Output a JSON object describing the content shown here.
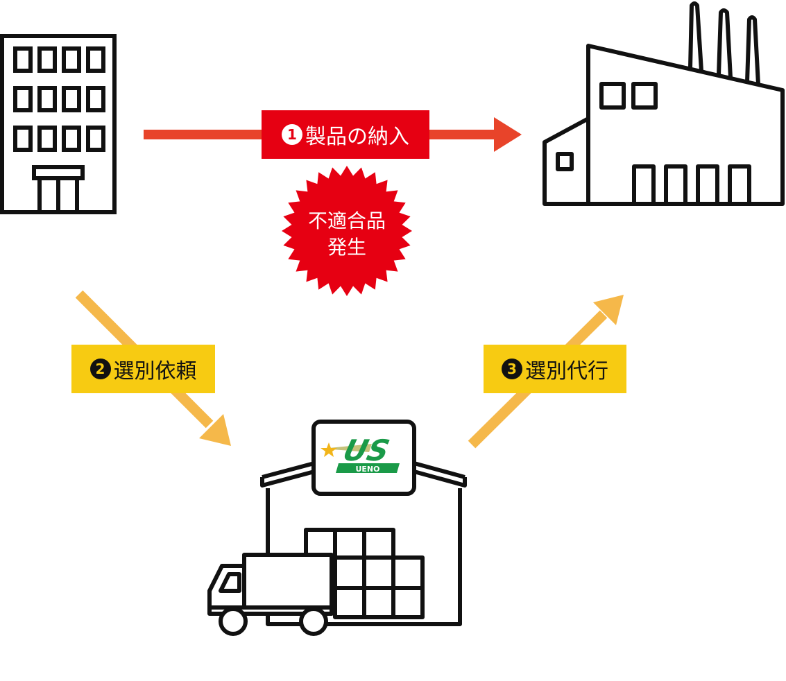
{
  "step1": {
    "number": "1",
    "label": "製品の納入"
  },
  "step2": {
    "number": "2",
    "label": "選別依頼"
  },
  "step3": {
    "number": "3",
    "label": "選別代行"
  },
  "burst": {
    "line1": "不適合品",
    "line2": "発生"
  },
  "logo": {
    "mark": "US",
    "sub": "UENO"
  },
  "colors": {
    "red": "#e60012",
    "orange_arrow": "#e8442a",
    "yellow": "#f7cb12",
    "yellow_arrow": "#f5b84a",
    "green": "#1a9a48",
    "star": "#f2b51a"
  }
}
